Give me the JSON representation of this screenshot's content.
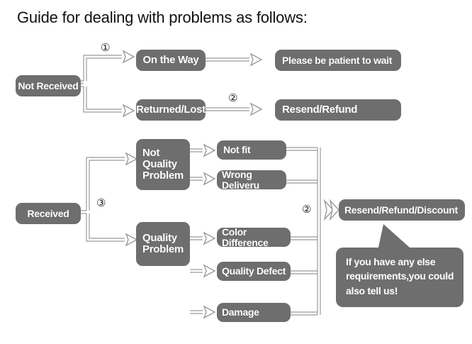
{
  "title": "Guide for dealing with problems as follows:",
  "colors": {
    "node_fill": "#6e6e6e",
    "node_text": "#ffffff",
    "connector": "#9a9a9a",
    "marker_text": "#1a1a1a",
    "background": "#ffffff"
  },
  "chart_data": {
    "type": "diagram",
    "title": "Guide for dealing with problems as follows:",
    "nodes": [
      {
        "id": "not_received",
        "label": "Not Received"
      },
      {
        "id": "on_the_way",
        "label": "On the Way"
      },
      {
        "id": "returned_lost",
        "label": "Returned/Lost"
      },
      {
        "id": "please_wait",
        "label": "Please be patient to wait"
      },
      {
        "id": "resend_refund",
        "label": "Resend/Refund"
      },
      {
        "id": "received",
        "label": "Received"
      },
      {
        "id": "not_quality_problem",
        "label": "Not\nQuality\nProblem"
      },
      {
        "id": "quality_problem",
        "label": "Quality\nProblem"
      },
      {
        "id": "not_fit",
        "label": "Not fit"
      },
      {
        "id": "wrong_delivery",
        "label": "Wrong Deliveru"
      },
      {
        "id": "color_difference",
        "label": "Color Difference"
      },
      {
        "id": "quality_defect",
        "label": "Quality Defect"
      },
      {
        "id": "damage",
        "label": "Damage"
      },
      {
        "id": "resend_refund_discount",
        "label": "Resend/Refund/Discount"
      }
    ],
    "edges": [
      {
        "from": "not_received",
        "to": "on_the_way",
        "marker": "①"
      },
      {
        "from": "not_received",
        "to": "returned_lost",
        "marker": ""
      },
      {
        "from": "on_the_way",
        "to": "please_wait",
        "marker": ""
      },
      {
        "from": "returned_lost",
        "to": "resend_refund",
        "marker": "②"
      },
      {
        "from": "received",
        "to": "not_quality_problem",
        "marker": "③"
      },
      {
        "from": "received",
        "to": "quality_problem",
        "marker": "③"
      },
      {
        "from": "not_quality_problem",
        "to": "not_fit",
        "marker": ""
      },
      {
        "from": "not_quality_problem",
        "to": "wrong_delivery",
        "marker": ""
      },
      {
        "from": "quality_problem",
        "to": "color_difference",
        "marker": ""
      },
      {
        "from": "quality_problem",
        "to": "quality_defect",
        "marker": ""
      },
      {
        "from": "quality_problem",
        "to": "damage",
        "marker": ""
      },
      {
        "from": "not_fit",
        "to": "resend_refund_discount",
        "marker": "②"
      },
      {
        "from": "wrong_delivery",
        "to": "resend_refund_discount",
        "marker": "②"
      },
      {
        "from": "color_difference",
        "to": "resend_refund_discount",
        "marker": "②"
      },
      {
        "from": "quality_defect",
        "to": "resend_refund_discount",
        "marker": "②"
      },
      {
        "from": "damage",
        "to": "resend_refund_discount",
        "marker": "②"
      }
    ],
    "annotations": [
      {
        "id": "note",
        "text": "If you have any else requirements,you could also tell us!",
        "attached_to": "resend_refund_discount"
      }
    ]
  },
  "nodes": {
    "not_received": "Not Received",
    "on_the_way": "On the Way",
    "returned_lost": "Returned/Lost",
    "please_wait": "Please be patient to wait",
    "resend_refund": "Resend/Refund",
    "received": "Received",
    "not_quality_problem": "Not\nQuality\nProblem",
    "quality_problem": "Quality\nProblem",
    "not_fit": "Not fit",
    "wrong_delivery": "Wrong Deliveru",
    "color_difference": "Color Difference",
    "quality_defect": "Quality Defect",
    "damage": "Damage",
    "resend_refund_discount": "Resend/Refund/Discount"
  },
  "markers": {
    "one": "①",
    "two_top": "②",
    "three": "③",
    "two_bottom": "②"
  },
  "note": {
    "line1": "If you have any else",
    "line2": "requirements,you could",
    "line3": "also tell us!"
  }
}
